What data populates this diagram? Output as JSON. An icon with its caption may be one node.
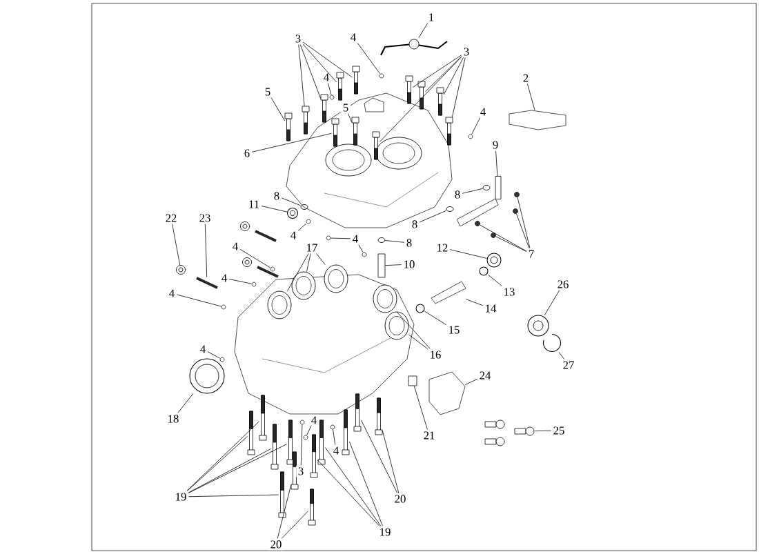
{
  "diagram": {
    "nodes": [
      {
        "text": [
          "1"
        ]
      },
      {
        "text": [
          "2"
        ]
      },
      {
        "text": [
          "3"
        ]
      },
      {
        "text": [
          "4"
        ]
      },
      {
        "text": [
          "3"
        ]
      },
      {
        "text": [
          "4"
        ]
      },
      {
        "text": [
          "5"
        ]
      },
      {
        "text": [
          "5"
        ]
      },
      {
        "text": [
          "6"
        ]
      },
      {
        "text": [
          "4"
        ]
      },
      {
        "text": [
          "9"
        ]
      },
      {
        "text": [
          "8"
        ]
      },
      {
        "text": [
          "11"
        ]
      },
      {
        "text": [
          "8"
        ]
      },
      {
        "text": [
          "8"
        ]
      },
      {
        "text": [
          "7"
        ]
      },
      {
        "text": [
          "4"
        ]
      },
      {
        "text": [
          "22"
        ]
      },
      {
        "text": [
          "23"
        ]
      },
      {
        "text": [
          "4"
        ]
      },
      {
        "text": [
          "8"
        ]
      },
      {
        "text": [
          "17"
        ]
      },
      {
        "text": [
          "4"
        ]
      },
      {
        "text": [
          "10"
        ]
      },
      {
        "text": [
          "12"
        ]
      },
      {
        "text": [
          "4"
        ]
      },
      {
        "text": [
          "13"
        ]
      },
      {
        "text": [
          "26"
        ]
      },
      {
        "text": [
          "4"
        ]
      },
      {
        "text": [
          "14"
        ]
      },
      {
        "text": [
          "15"
        ]
      },
      {
        "text": [
          "4"
        ]
      },
      {
        "text": [
          "16"
        ]
      },
      {
        "text": [
          "27"
        ]
      },
      {
        "text": [
          "24"
        ]
      },
      {
        "text": [
          "18"
        ]
      },
      {
        "text": [
          "4"
        ]
      },
      {
        "text": [
          "21"
        ]
      },
      {
        "text": [
          "25"
        ]
      },
      {
        "text": [
          "4"
        ]
      },
      {
        "text": [
          "3"
        ]
      },
      {
        "text": [
          "19"
        ]
      },
      {
        "text": [
          "20"
        ]
      },
      {
        "text": [
          "19"
        ]
      },
      {
        "text": [
          "20"
        ]
      },
      {
        "text": [],
        "shape": "picture"
      },
      {
        "text": [],
        "shape": "picture"
      },
      {
        "text": [],
        "shape": "picture"
      },
      {
        "text": [],
        "shape": "picture"
      },
      {
        "text": [],
        "shape": "picture"
      },
      {
        "text": [],
        "shape": "picture"
      },
      {
        "text": [],
        "shape": "circle"
      },
      {
        "text": [],
        "shape": "picture"
      },
      {
        "text": [],
        "shape": "picture"
      },
      {
        "text": [],
        "shape": "picture"
      },
      {
        "text": [],
        "shape": "picture"
      },
      {
        "text": [],
        "shape": "picture"
      },
      {
        "text": [],
        "shape": "circle"
      },
      {
        "text": [],
        "shape": "picture"
      },
      {
        "text": [],
        "shape": "picture"
      },
      {
        "text": [],
        "shape": "picture"
      },
      {
        "text": [],
        "shape": "circle"
      },
      {
        "text": [],
        "shape": "box"
      },
      {
        "text": [],
        "shape": "circle"
      },
      {
        "text": [],
        "shape": "picture"
      },
      {
        "text": [],
        "shape": "circle"
      },
      {
        "text": [],
        "shape": "circle"
      },
      {
        "text": [],
        "shape": "circle"
      },
      {
        "text": [],
        "shape": "circle"
      },
      {
        "text": [],
        "shape": "circle"
      },
      {
        "text": [],
        "shape": "circle"
      },
      {
        "text": [],
        "shape": "circle"
      },
      {
        "text": [],
        "shape": "picture"
      },
      {
        "text": [],
        "shape": "picture"
      },
      {
        "text": [],
        "shape": "circle"
      },
      {
        "text": [],
        "shape": "circle"
      },
      {
        "text": [],
        "shape": "circle"
      },
      {
        "text": [],
        "shape": "picture"
      },
      {
        "text": [],
        "shape": "picture"
      },
      {
        "text": [],
        "shape": "picture"
      },
      {
        "text": [],
        "shape": "circle"
      },
      {
        "text": [],
        "shape": "box"
      },
      {
        "text": [],
        "shape": "picture"
      },
      {
        "text": [],
        "shape": "circle"
      },
      {
        "text": [],
        "shape": "circle"
      },
      {
        "text": [],
        "shape": "picture"
      },
      {
        "text": [],
        "shape": "circle"
      },
      {
        "text": [],
        "shape": "picture"
      },
      {
        "text": [],
        "shape": "circle"
      },
      {
        "text": [],
        "shape": "circle"
      },
      {
        "text": [],
        "shape": "picture"
      },
      {
        "text": [],
        "shape": "picture"
      },
      {
        "text": [],
        "shape": "picture"
      },
      {
        "text": [],
        "shape": "picture"
      },
      {
        "text": [],
        "shape": "picture"
      },
      {
        "text": [],
        "shape": "circle"
      },
      {
        "text": [],
        "shape": "box"
      },
      {
        "text": [],
        "shape": "picture"
      },
      {
        "text": [],
        "shape": "circle"
      },
      {
        "text": [],
        "shape": "circle"
      },
      {
        "text": [],
        "shape": "picture"
      },
      {
        "text": [],
        "shape": "picture"
      },
      {
        "text": [],
        "shape": "picture"
      },
      {
        "text": [],
        "shape": "picture"
      },
      {
        "text": [],
        "shape": "picture"
      },
      {
        "text": [],
        "shape": "picture"
      },
      {
        "text": [],
        "shape": "picture"
      },
      {
        "text": [],
        "shape": "picture"
      },
      {
        "text": [],
        "shape": "picture"
      },
      {
        "text": [],
        "shape": "picture"
      },
      {
        "text": [],
        "shape": "picture"
      },
      {
        "text": [],
        "shape": "picture"
      }
    ],
    "edges": [
      {
        "from": 0,
        "to": 45,
        "arrow": "none"
      },
      {
        "from": 1,
        "to": 46,
        "arrow": "none"
      },
      {
        "from": 2,
        "to": 47,
        "arrow": "none"
      },
      {
        "from": 2,
        "to": 48,
        "arrow": "none"
      },
      {
        "from": 2,
        "to": 49,
        "arrow": "none"
      },
      {
        "from": 2,
        "to": 50,
        "arrow": "none"
      },
      {
        "from": 3,
        "to": 51,
        "arrow": "none"
      },
      {
        "from": 4,
        "to": 52,
        "arrow": "none"
      },
      {
        "from": 4,
        "to": 53,
        "arrow": "none"
      },
      {
        "from": 4,
        "to": 54,
        "arrow": "none"
      },
      {
        "from": 4,
        "to": 55,
        "arrow": "none"
      },
      {
        "from": 4,
        "to": 56,
        "arrow": "none"
      },
      {
        "from": 5,
        "to": 57,
        "arrow": "none"
      },
      {
        "from": 6,
        "to": 58,
        "arrow": "none"
      },
      {
        "from": 7,
        "to": 59,
        "arrow": "none"
      },
      {
        "from": 8,
        "to": 60,
        "arrow": "none"
      },
      {
        "from": 9,
        "to": 61,
        "arrow": "none"
      },
      {
        "from": 10,
        "to": 62,
        "arrow": "none"
      },
      {
        "from": 11,
        "to": 63,
        "arrow": "none"
      },
      {
        "from": 12,
        "to": 64,
        "arrow": "none"
      },
      {
        "from": 13,
        "to": 65,
        "arrow": "none"
      },
      {
        "from": 14,
        "to": 66,
        "arrow": "none"
      },
      {
        "from": 15,
        "to": 67,
        "arrow": "none"
      },
      {
        "from": 15,
        "to": 68,
        "arrow": "none"
      },
      {
        "from": 15,
        "to": 69,
        "arrow": "none"
      },
      {
        "from": 15,
        "to": 70,
        "arrow": "none"
      },
      {
        "from": 16,
        "to": 71,
        "arrow": "none"
      },
      {
        "from": 17,
        "to": 72,
        "arrow": "none"
      },
      {
        "from": 18,
        "to": 73,
        "arrow": "none"
      },
      {
        "from": 19,
        "to": 74,
        "arrow": "none"
      },
      {
        "from": 19,
        "to": 75,
        "arrow": "none"
      },
      {
        "from": 20,
        "to": 76,
        "arrow": "none"
      },
      {
        "from": 21,
        "to": 77,
        "arrow": "none"
      },
      {
        "from": 21,
        "to": 78,
        "arrow": "none"
      },
      {
        "from": 21,
        "to": 79,
        "arrow": "none"
      },
      {
        "from": 22,
        "to": 80,
        "arrow": "none"
      },
      {
        "from": 23,
        "to": 81,
        "arrow": "none"
      },
      {
        "from": 24,
        "to": 82,
        "arrow": "none"
      },
      {
        "from": 25,
        "to": 83,
        "arrow": "none"
      },
      {
        "from": 26,
        "to": 84,
        "arrow": "none"
      },
      {
        "from": 27,
        "to": 85,
        "arrow": "none"
      },
      {
        "from": 28,
        "to": 86,
        "arrow": "none"
      },
      {
        "from": 29,
        "to": 87,
        "arrow": "none"
      },
      {
        "from": 30,
        "to": 88,
        "arrow": "none"
      },
      {
        "from": 31,
        "to": 89,
        "arrow": "none"
      },
      {
        "from": 32,
        "to": 90,
        "arrow": "none"
      },
      {
        "from": 32,
        "to": 91,
        "arrow": "none"
      },
      {
        "from": 33,
        "to": 92,
        "arrow": "none"
      },
      {
        "from": 34,
        "to": 93,
        "arrow": "none"
      },
      {
        "from": 35,
        "to": 94,
        "arrow": "none"
      },
      {
        "from": 36,
        "to": 95,
        "arrow": "none"
      },
      {
        "from": 37,
        "to": 96,
        "arrow": "none"
      },
      {
        "from": 38,
        "to": 97,
        "arrow": "none"
      },
      {
        "from": 39,
        "to": 98,
        "arrow": "none"
      },
      {
        "from": 40,
        "to": 99,
        "arrow": "none"
      },
      {
        "from": 41,
        "to": 100,
        "arrow": "none"
      },
      {
        "from": 41,
        "to": 101,
        "arrow": "none"
      },
      {
        "from": 41,
        "to": 102,
        "arrow": "none"
      },
      {
        "from": 41,
        "to": 103,
        "arrow": "none"
      },
      {
        "from": 41,
        "to": 104,
        "arrow": "none"
      },
      {
        "from": 42,
        "to": 105,
        "arrow": "none"
      },
      {
        "from": 42,
        "to": 106,
        "arrow": "none"
      },
      {
        "from": 43,
        "to": 107,
        "arrow": "none"
      },
      {
        "from": 43,
        "to": 108,
        "arrow": "none"
      },
      {
        "from": 43,
        "to": 109,
        "arrow": "none"
      },
      {
        "from": 44,
        "to": 110,
        "arrow": "none"
      },
      {
        "from": 44,
        "to": 111,
        "arrow": "none"
      }
    ]
  }
}
